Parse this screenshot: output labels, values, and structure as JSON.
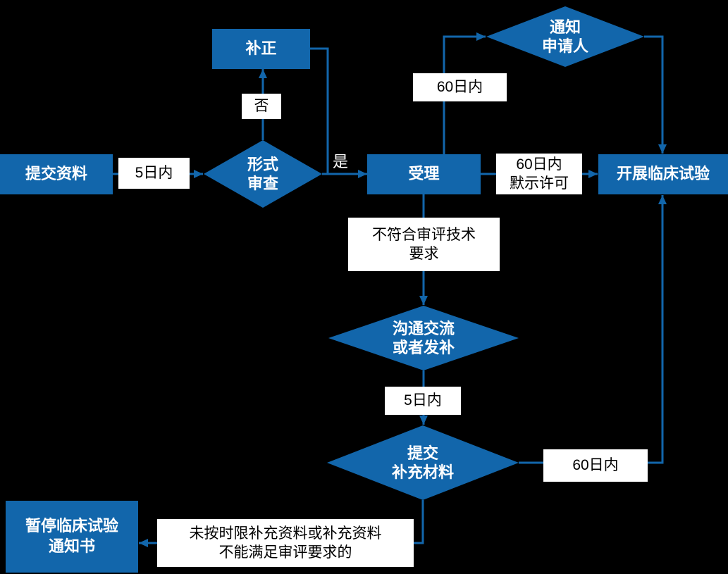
{
  "colors": {
    "node_fill": "#1266ab",
    "background": "#000000",
    "label_bg": "#ffffff",
    "label_text": "#000000",
    "node_text": "#ffffff"
  },
  "nodes": {
    "submit": {
      "label": "提交资料"
    },
    "correction": {
      "label": "补正"
    },
    "formal_review": {
      "label": "形式\n审查"
    },
    "accept": {
      "label": "受理"
    },
    "notify_applicant": {
      "label": "通知\n申请人"
    },
    "start_trial": {
      "label": "开展临床试验"
    },
    "communicate": {
      "label": "沟通交流\n或者发补"
    },
    "submit_supplement": {
      "label": "提交\n补充材料"
    },
    "suspend_notice": {
      "label": "暂停临床试验\n通知书"
    }
  },
  "labels": {
    "within_5_days_1": "5日内",
    "no": "否",
    "yes": "是",
    "within_60_days_top": "60日内",
    "within_60_days_implied": "60日内\n默示许可",
    "not_meet_requirements": "不符合审评技术\n要求",
    "within_5_days_2": "5日内",
    "within_60_days_bottom": "60日内",
    "fail_to_supplement": "未按时限补充资料或补充资料\n不能满足审评要求的"
  }
}
